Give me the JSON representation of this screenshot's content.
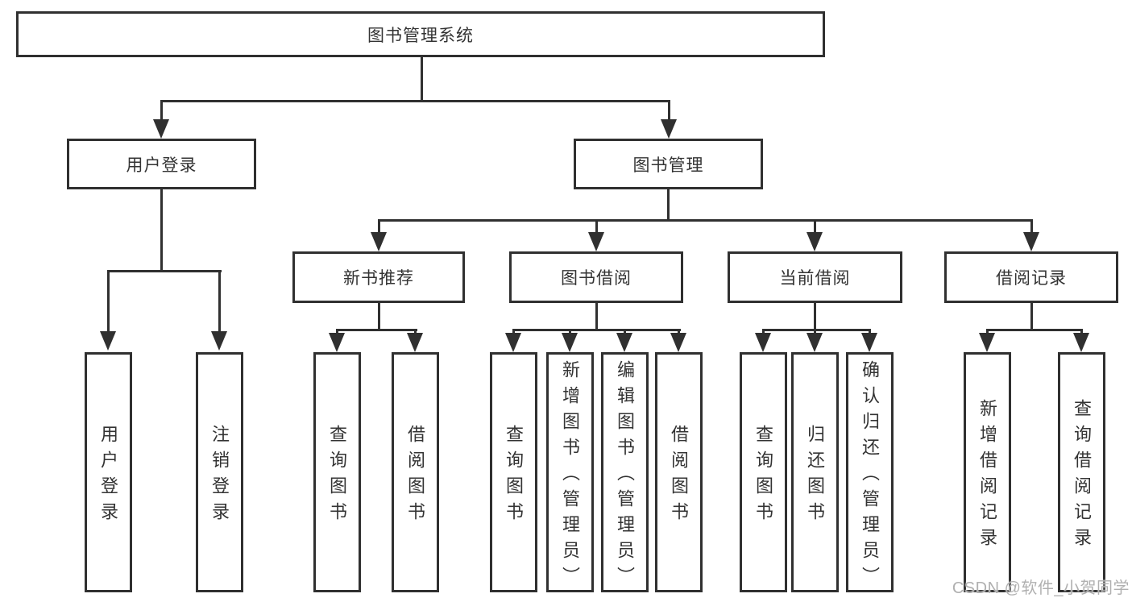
{
  "tree": {
    "root": {
      "label": "图书管理系统"
    },
    "branches": [
      {
        "label": "用户登录",
        "children": [
          {
            "label": "用户登录"
          },
          {
            "label": "注销登录"
          }
        ]
      },
      {
        "label": "图书管理",
        "children": [
          {
            "label": "新书推荐",
            "children": [
              {
                "label": "查询图书"
              },
              {
                "label": "借阅图书"
              }
            ]
          },
          {
            "label": "图书借阅",
            "children": [
              {
                "label": "查询图书"
              },
              {
                "label": "新增图书（管理员）"
              },
              {
                "label": "编辑图书（管理员）"
              },
              {
                "label": "借阅图书"
              }
            ]
          },
          {
            "label": "当前借阅",
            "children": [
              {
                "label": "查询图书"
              },
              {
                "label": "归还图书"
              },
              {
                "label": "确认归还（管理员）"
              }
            ]
          },
          {
            "label": "借阅记录",
            "children": [
              {
                "label": "新增借阅记录"
              },
              {
                "label": "查询借阅记录"
              }
            ]
          }
        ]
      }
    ]
  },
  "watermark": {
    "text": "CSDN @软件_小贺同学"
  },
  "colors": {
    "line": "#303030",
    "text": "#333333",
    "watermark": "#b0b0b0",
    "background": "#ffffff"
  }
}
